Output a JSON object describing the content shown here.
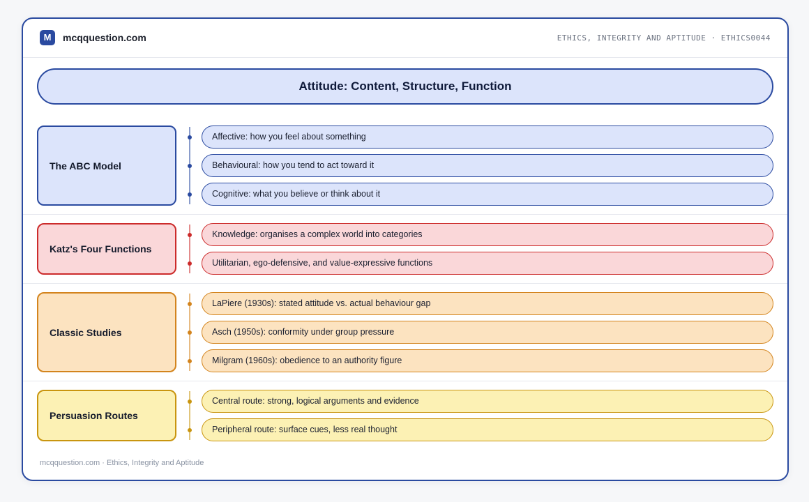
{
  "header": {
    "logo_letter": "M",
    "site": "mcqquestion.com",
    "topic": "ETHICS, INTEGRITY AND APTITUDE · ETHICS0044"
  },
  "title": "Attitude: Content, Structure, Function",
  "sections": [
    {
      "label": "The ABC Model",
      "colors": {
        "fill": "#dce4fb",
        "border": "#2a4aa0",
        "accent": "#2a4aa0"
      },
      "items": [
        "Affective: how you feel about something",
        "Behavioural: how you tend to act toward it",
        "Cognitive: what you believe or think about it"
      ]
    },
    {
      "label": "Katz's Four Functions",
      "colors": {
        "fill": "#fad7d9",
        "border": "#cc2b2b",
        "accent": "#cc2b2b"
      },
      "items": [
        "Knowledge: organises a complex world into categories",
        "Utilitarian, ego-defensive, and value-expressive functions"
      ]
    },
    {
      "label": "Classic Studies",
      "colors": {
        "fill": "#fce3c0",
        "border": "#d3841d",
        "accent": "#d3841d"
      },
      "items": [
        "LaPiere (1930s): stated attitude vs. actual behaviour gap",
        "Asch (1950s): conformity under group pressure",
        "Milgram (1960s): obedience to an authority figure"
      ]
    },
    {
      "label": "Persuasion Routes",
      "colors": {
        "fill": "#fcf1b4",
        "border": "#c9950f",
        "accent": "#c9950f"
      },
      "items": [
        "Central route: strong, logical arguments and evidence",
        "Peripheral route: surface cues, less real thought"
      ]
    }
  ],
  "footer": "mcqquestion.com · Ethics, Integrity and Aptitude"
}
